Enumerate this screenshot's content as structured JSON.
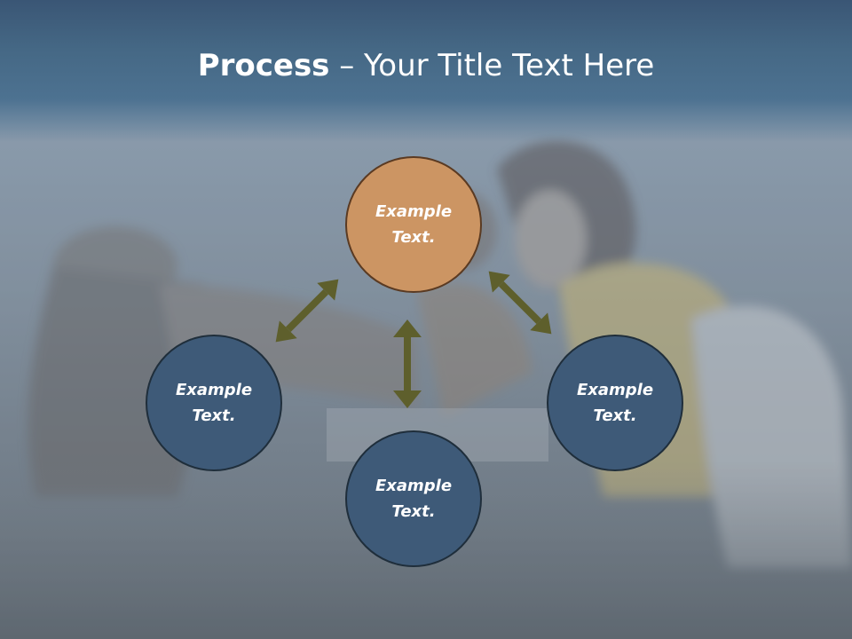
{
  "slide": {
    "title_strong": "Process",
    "title_rest": " – Your Title Text Here"
  },
  "diagram": {
    "nodes": [
      {
        "id": "top",
        "text": "Example Text."
      },
      {
        "id": "left",
        "text": "Example Text."
      },
      {
        "id": "right",
        "text": "Example Text."
      },
      {
        "id": "bottom",
        "text": "Example Text."
      }
    ]
  },
  "colors": {
    "title_band": "#456885",
    "accent_node": "#cc9563",
    "node_fill": "#3e5a78",
    "arrow": "#5e5f2c"
  }
}
